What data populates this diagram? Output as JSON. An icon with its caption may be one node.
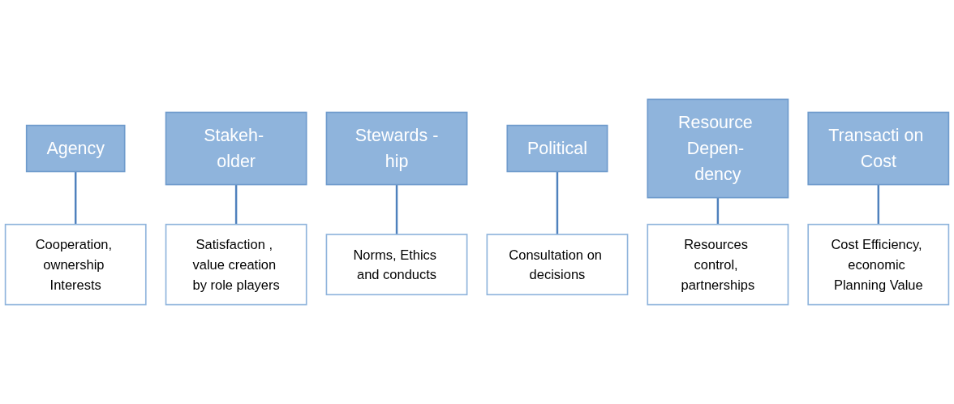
{
  "diagram": {
    "nodes": [
      {
        "text": [
          "Agency"
        ]
      },
      {
        "text": [
          "Stakeh- older"
        ]
      },
      {
        "text": [
          "Stewards -hip"
        ]
      },
      {
        "text": [
          "Political"
        ]
      },
      {
        "text": [
          "Resource Depen- dency"
        ]
      },
      {
        "text": [
          "Transacti on Cost"
        ]
      },
      {
        "text": [
          "Cooperation, ownership Interests"
        ]
      },
      {
        "text": [
          "Satisfaction , value creation by role players"
        ]
      },
      {
        "text": [
          "Norms, Ethics and conducts"
        ]
      },
      {
        "text": [
          "Consultation on decisions"
        ]
      },
      {
        "text": [
          "Resources control, partnerships"
        ]
      },
      {
        "text": [
          "Cost Efficiency, economic Planning Value"
        ]
      }
    ],
    "edges": [
      {
        "from": 0,
        "to": 6,
        "arrow": "none"
      },
      {
        "from": 1,
        "to": 7,
        "arrow": "none"
      },
      {
        "from": 2,
        "to": 8,
        "arrow": "none"
      },
      {
        "from": 3,
        "to": 9,
        "arrow": "none"
      },
      {
        "from": 4,
        "to": 10,
        "arrow": "none"
      },
      {
        "from": 5,
        "to": 11,
        "arrow": "none"
      }
    ]
  }
}
